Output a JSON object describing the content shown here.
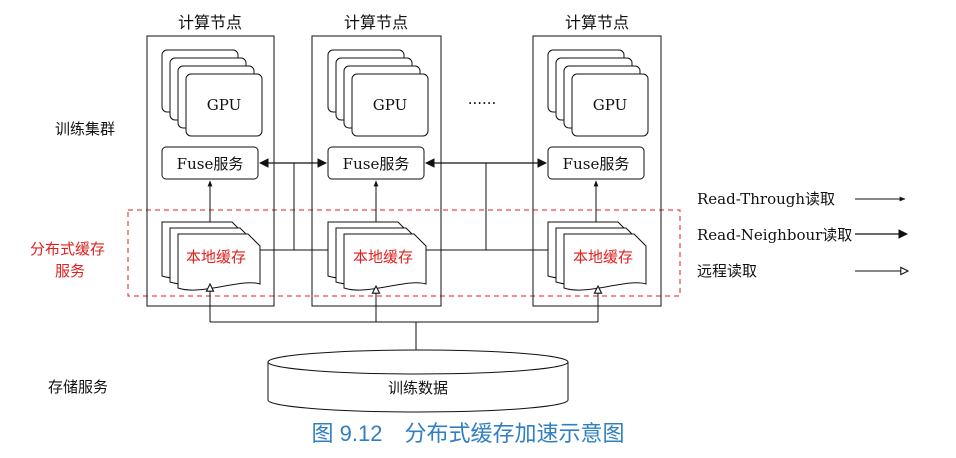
{
  "labels": {
    "training_cluster": "训练集群",
    "distributed_cache_line1": "分布式缓存",
    "distributed_cache_line2": "服务",
    "storage_service": "存储服务",
    "ellipsis": "......"
  },
  "nodes": [
    {
      "title": "计算节点",
      "gpu": "GPU",
      "fuse": "Fuse服务",
      "cache": "本地缓存"
    },
    {
      "title": "计算节点",
      "gpu": "GPU",
      "fuse": "Fuse服务",
      "cache": "本地缓存"
    },
    {
      "title": "计算节点",
      "gpu": "GPU",
      "fuse": "Fuse服务",
      "cache": "本地缓存"
    }
  ],
  "storage": {
    "label": "训练数据"
  },
  "legend": [
    {
      "label": "Read-Through读取",
      "arrow": "small-filled"
    },
    {
      "label": "Read-Neighbour读取",
      "arrow": "large-filled"
    },
    {
      "label": "远程读取",
      "arrow": "open"
    }
  ],
  "caption": "图 9.12　分布式缓存加速示意图",
  "colors": {
    "accent_red": "#e0201e",
    "caption_blue": "#2f7fc2",
    "line": "#111111"
  }
}
